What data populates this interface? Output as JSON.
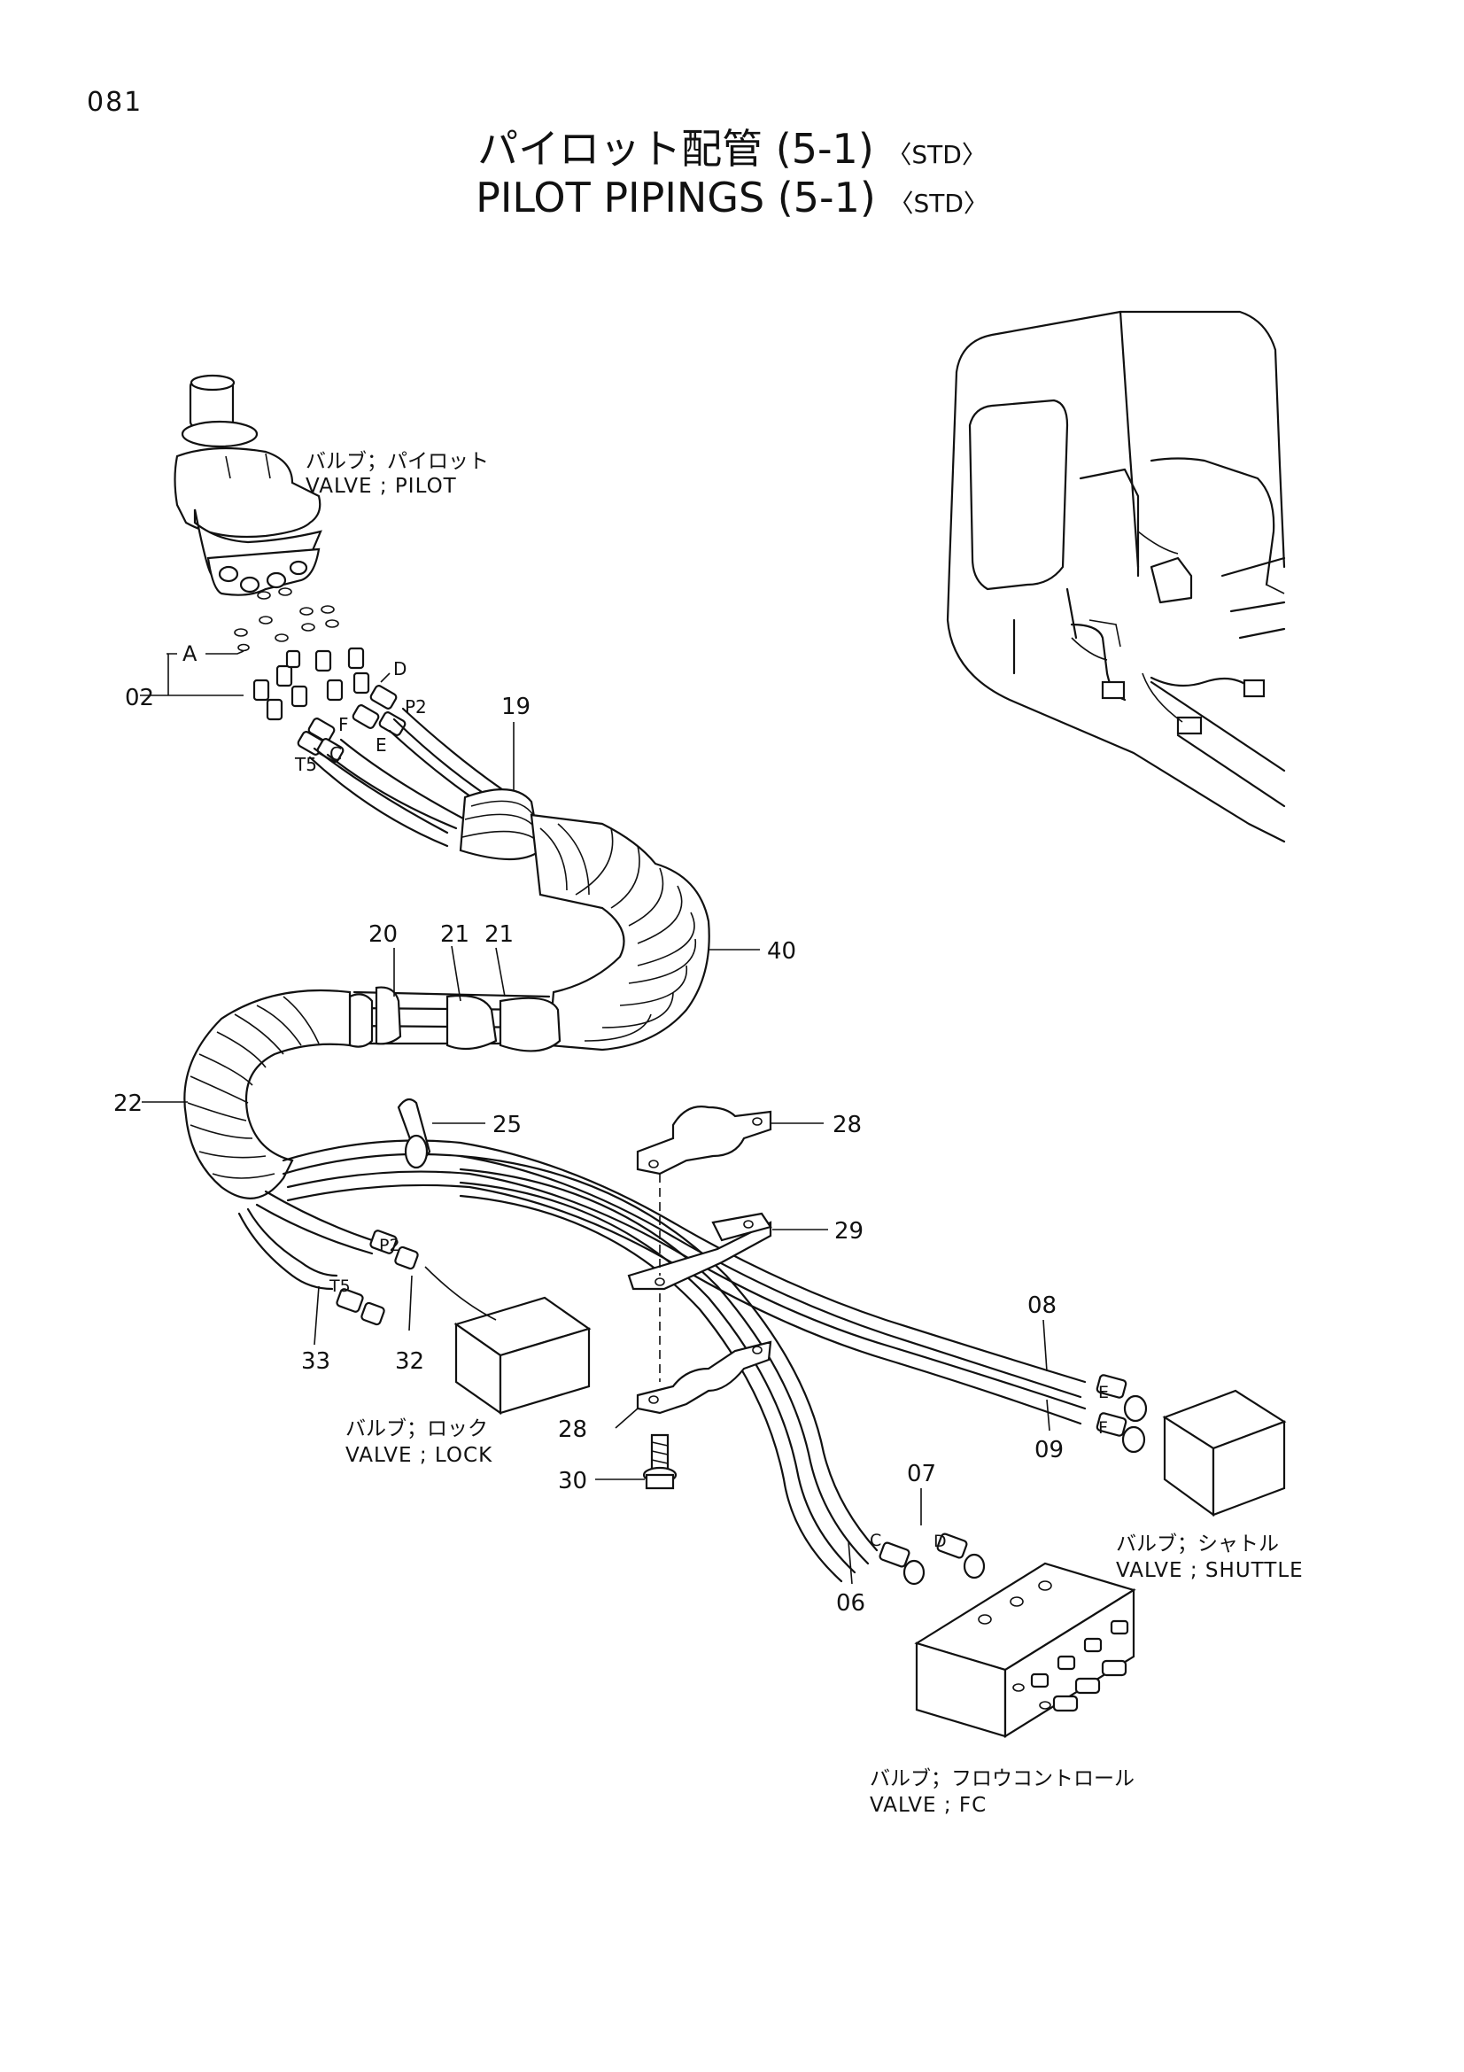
{
  "page_number": "081",
  "title": {
    "jp": "パイロット配管 (5-1)",
    "en": "PILOT PIPINGS  (5-1)",
    "std_tag": "〈STD〉"
  },
  "components": {
    "pilot_valve": {
      "jp": "バルブ；パイロット",
      "en": "VALVE ; PILOT"
    },
    "lock_valve": {
      "jp": "バルブ；ロック",
      "en": "VALVE ; LOCK"
    },
    "shuttle_valve": {
      "jp": "バルブ；シャトル",
      "en": "VALVE ; SHUTTLE"
    },
    "fc_valve": {
      "jp": "バルブ；フロウコントロール",
      "en": "VALVE ; FC"
    }
  },
  "callouts": {
    "c02": "02",
    "c06": "06",
    "c07": "07",
    "c08": "08",
    "c09": "09",
    "c19": "19",
    "c20": "20",
    "c21a": "21",
    "c21b": "21",
    "c22": "22",
    "c25": "25",
    "c28a": "28",
    "c28b": "28",
    "c29": "29",
    "c30": "30",
    "c32": "32",
    "c33": "33",
    "c40": "40"
  },
  "port_labels": {
    "A": "A",
    "D": "D",
    "P2": "P2",
    "F": "F",
    "E": "E",
    "C": "C",
    "T5": "T5",
    "P2_lock": "P2",
    "T5_lock": "T5",
    "E_shuttle": "E",
    "F_shuttle": "F",
    "C_fc": "C",
    "D_fc": "D"
  }
}
